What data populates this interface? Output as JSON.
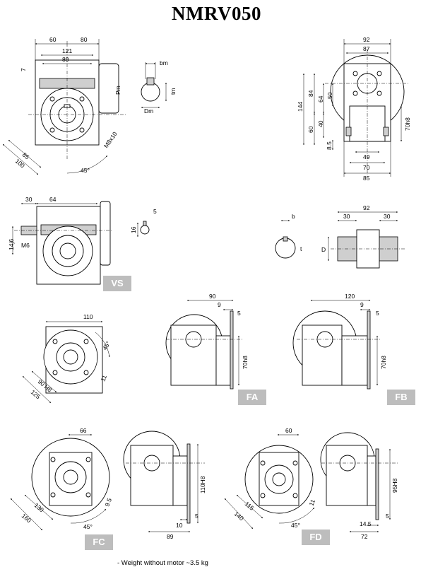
{
  "title": "NMRV050",
  "badges": {
    "vs": "VS",
    "fa": "FA",
    "fb": "FB",
    "fc": "FC",
    "fd": "FD"
  },
  "note": "- Weight without motor ~3.5 kg",
  "dims": {
    "main_front": {
      "d60": "60",
      "d80a": "80",
      "d121": "121",
      "d80b": "80",
      "d7": "7",
      "pm": "Pm",
      "m8": "M8x10",
      "d85": "85",
      "d100": "100",
      "a45": "45°"
    },
    "shaft_detail": {
      "bm": "bm",
      "tm": "tm",
      "dm": "Dm"
    },
    "main_side": {
      "d92": "92",
      "d87": "87",
      "d144": "144",
      "d84": "84",
      "d64": "64",
      "d50": "50",
      "d60": "60",
      "d40": "40",
      "d85s": "8.5",
      "d49": "49",
      "d70": "70",
      "d85": "85",
      "fit": "70h8"
    },
    "vs": {
      "d30": "30",
      "d64": "64",
      "j6": "14j6",
      "m6": "M6",
      "d16": "16",
      "d5": "5"
    },
    "hollow": {
      "b": "b",
      "t": "t",
      "d": "D",
      "d92": "92",
      "d30a": "30",
      "d30b": "30"
    },
    "fa_front": {
      "d110": "110",
      "a45": "45°",
      "d90": "90 H8",
      "d125": "125",
      "d11": "11"
    },
    "fa_side": {
      "d90": "90",
      "d9": "9",
      "d5": "5",
      "fit": "70h8"
    },
    "fb_side": {
      "d120": "120",
      "d9": "9",
      "d5": "5",
      "fit": "70h8"
    },
    "fc_front": {
      "d66": "66",
      "d130": "130",
      "d160": "160",
      "d95": "9.5",
      "a45": "45°"
    },
    "fc_side": {
      "fit": "110H8",
      "d10": "10",
      "d5": "5",
      "d89": "89"
    },
    "fd_front": {
      "d60": "60",
      "d115": "115",
      "d140": "140",
      "d11": "11",
      "a45": "45°"
    },
    "fd_side": {
      "fit": "95H8",
      "d5": "5",
      "d145": "14.5",
      "d72": "72"
    }
  }
}
